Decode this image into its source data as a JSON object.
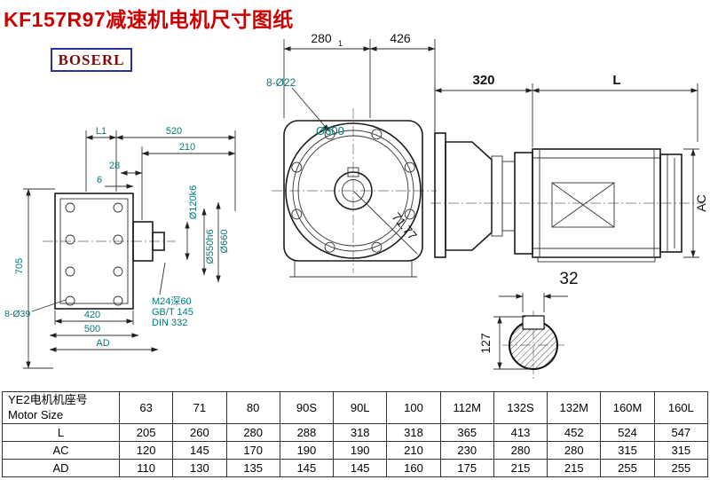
{
  "colors": {
    "title": "#cc0000",
    "dim": "#007a7a",
    "logo_text": "#7a0a0a",
    "logo_border": "#2a2fa0"
  },
  "title": "KF157R97减速机电机尺寸图纸",
  "logo": "BOSERL",
  "front_view": {
    "L1": "L1",
    "d520": "520",
    "d210": "210",
    "d28": "28",
    "d6": "6",
    "d705": "705",
    "holes": "8-Ø39",
    "d420": "420",
    "d500": "500",
    "AD": "AD",
    "shaft_dia": "Ø120k6",
    "spigot_dia": "Ø550h6",
    "flange_dia": "Ø660",
    "tap": "M24深60",
    "std1": "GB/T 145",
    "std2": "DIN 332"
  },
  "face_view": {
    "d280": "280",
    "tol": "1",
    "d426": "426",
    "holes": "8-Ø22",
    "dia": "Ø600",
    "diag": "71.77"
  },
  "side_view": {
    "d320": "320",
    "L": "L",
    "AC": "AC"
  },
  "shaft_detail": {
    "width": "32",
    "height": "127"
  },
  "table": {
    "header_cn": "YE2电机机座号",
    "header_en": "Motor Size",
    "columns": [
      "63",
      "71",
      "80",
      "90S",
      "90L",
      "100",
      "112M",
      "132S",
      "132M",
      "160M",
      "160L"
    ],
    "rows": [
      {
        "label": "L",
        "values": [
          "205",
          "260",
          "280",
          "288",
          "318",
          "318",
          "365",
          "413",
          "452",
          "524",
          "547"
        ]
      },
      {
        "label": "AC",
        "values": [
          "120",
          "145",
          "170",
          "190",
          "190",
          "210",
          "230",
          "280",
          "280",
          "315",
          "315"
        ]
      },
      {
        "label": "AD",
        "values": [
          "110",
          "130",
          "135",
          "145",
          "145",
          "160",
          "175",
          "215",
          "215",
          "255",
          "255"
        ]
      }
    ]
  }
}
